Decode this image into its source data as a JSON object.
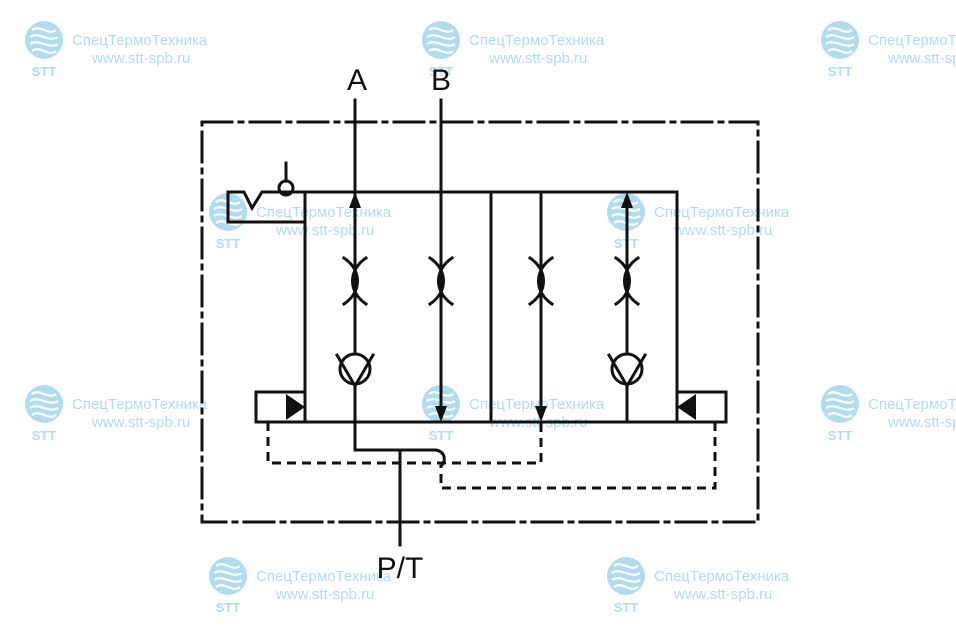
{
  "ports": {
    "a_label": "A",
    "b_label": "B",
    "pt_label": "P/T"
  },
  "watermark": {
    "company": "СпецТермоТехника",
    "url": "www.stt-spb.ru",
    "abbr": "STT",
    "color": "#a9d8ee"
  },
  "colors": {
    "line": "#111111"
  }
}
